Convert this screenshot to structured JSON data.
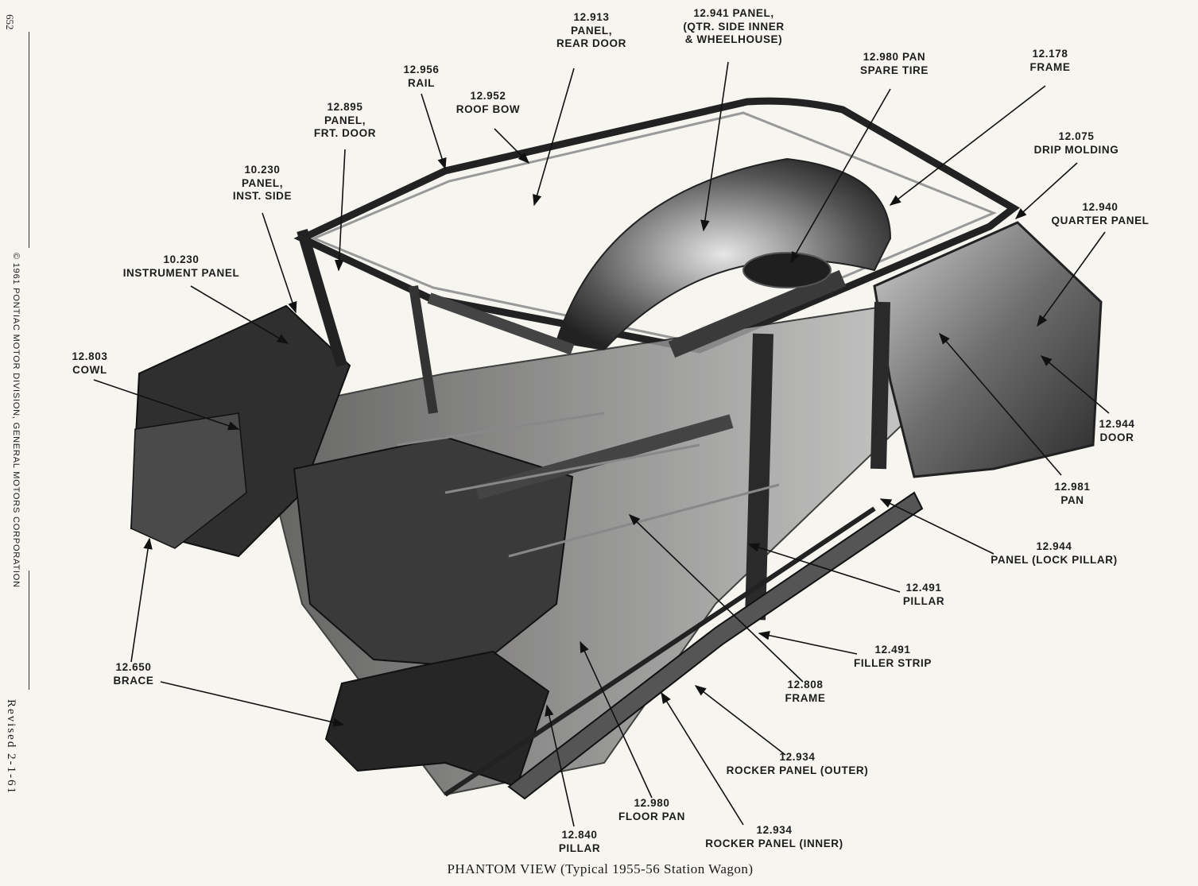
{
  "page_number": "652",
  "copyright": "© 1961 PONTIAC MOTOR DIVISION, GENERAL MOTORS CORPORATION",
  "revised": "Revised 2-1-61",
  "caption": "PHANTOM VIEW (Typical 1955-56 Station Wagon)",
  "callouts": [
    {
      "id": "panel-rear-door",
      "lines": [
        "12.913",
        "PANEL,",
        "REAR DOOR"
      ]
    },
    {
      "id": "panel-qtr-side-inner",
      "lines": [
        "12.941 PANEL,",
        "(QTR. SIDE INNER",
        "& WHEELHOUSE)"
      ]
    },
    {
      "id": "pan-spare-tire",
      "lines": [
        "12.980 PAN",
        "SPARE TIRE"
      ]
    },
    {
      "id": "frame-178",
      "lines": [
        "12.178",
        "FRAME"
      ]
    },
    {
      "id": "rail",
      "lines": [
        "12.956",
        "RAIL"
      ]
    },
    {
      "id": "roof-bow",
      "lines": [
        "12.952",
        "ROOF BOW"
      ]
    },
    {
      "id": "panel-frt-door",
      "lines": [
        "12.895",
        "PANEL,",
        "FRT. DOOR"
      ]
    },
    {
      "id": "drip-molding",
      "lines": [
        "12.075",
        "DRIP MOLDING"
      ]
    },
    {
      "id": "panel-inst-side",
      "lines": [
        "10.230",
        "PANEL,",
        "INST. SIDE"
      ]
    },
    {
      "id": "quarter-panel",
      "lines": [
        "12.940",
        "QUARTER PANEL"
      ]
    },
    {
      "id": "instrument-panel",
      "lines": [
        "10.230",
        "INSTRUMENT PANEL"
      ]
    },
    {
      "id": "cowl",
      "lines": [
        "12.803",
        "COWL"
      ]
    },
    {
      "id": "door",
      "lines": [
        "12.944",
        "DOOR"
      ]
    },
    {
      "id": "pan-981",
      "lines": [
        "12.981",
        "PAN"
      ]
    },
    {
      "id": "panel-lock-pillar",
      "lines": [
        "12.944",
        "PANEL (LOCK PILLAR)"
      ]
    },
    {
      "id": "pillar-491",
      "lines": [
        "12.491",
        "PILLAR"
      ]
    },
    {
      "id": "filler-strip",
      "lines": [
        "12.491",
        "FILLER STRIP"
      ]
    },
    {
      "id": "brace",
      "lines": [
        "12.650",
        "BRACE"
      ]
    },
    {
      "id": "frame-808",
      "lines": [
        "12.808",
        "FRAME"
      ]
    },
    {
      "id": "rocker-panel-outer",
      "lines": [
        "12.934",
        "ROCKER PANEL (OUTER)"
      ]
    },
    {
      "id": "floor-pan",
      "lines": [
        "12.980",
        "FLOOR PAN"
      ]
    },
    {
      "id": "rocker-panel-inner",
      "lines": [
        "12.934",
        "ROCKER PANEL (INNER)"
      ]
    },
    {
      "id": "pillar-840",
      "lines": [
        "12.840",
        "PILLAR"
      ]
    }
  ]
}
